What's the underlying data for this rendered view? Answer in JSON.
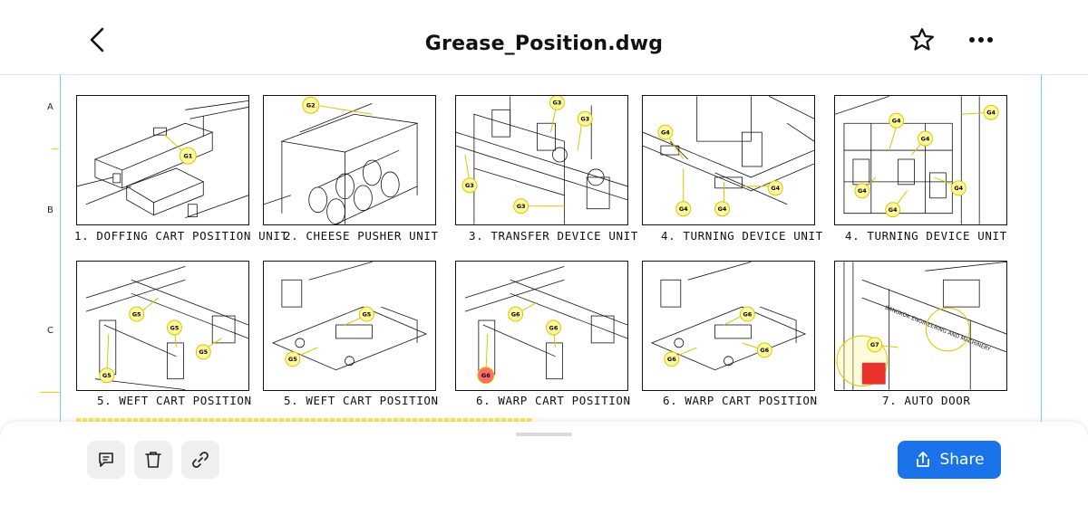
{
  "header": {
    "title": "Grease_Position.dwg",
    "back_icon": "chevron-left-icon",
    "star_icon": "star-icon",
    "more_icon": "more-horizontal-icon"
  },
  "drawing": {
    "row_markers": [
      "A",
      "B",
      "C"
    ],
    "panels": [
      {
        "caption": "1. DOFFING CART POSITION UNIT",
        "callouts": [
          "G1"
        ]
      },
      {
        "caption": "2. CHEESE PUSHER UNIT",
        "callouts": [
          "G2"
        ]
      },
      {
        "caption": "3. TRANSFER DEVICE UNIT",
        "callouts": [
          "G3",
          "G3",
          "G3",
          "G3"
        ]
      },
      {
        "caption": "4. TURNING DEVICE UNIT",
        "callouts": [
          "G4",
          "G4",
          "G4",
          "G4"
        ]
      },
      {
        "caption": "4. TURNING DEVICE UNIT",
        "callouts": [
          "G4",
          "G4",
          "G4",
          "G4",
          "G4",
          "G4"
        ]
      },
      {
        "caption": "5. WEFT CART POSITION",
        "callouts": [
          "G5",
          "G5",
          "G5",
          "G5"
        ]
      },
      {
        "caption": "5. WEFT CART POSITION",
        "callouts": [
          "G5",
          "G5"
        ]
      },
      {
        "caption": "6. WARP CART POSITION",
        "callouts": [
          "G6",
          "G6",
          "G6"
        ]
      },
      {
        "caption": "6. WARP CART POSITION",
        "callouts": [
          "G6",
          "G6",
          "G6"
        ]
      },
      {
        "caption": "7. AUTO DOOR",
        "callouts": [
          "G7"
        ],
        "label": "BANGKOK ENGINEERING AND MACHINERY"
      }
    ]
  },
  "toolbar": {
    "comment_icon": "comment-icon",
    "delete_icon": "trash-icon",
    "link_icon": "link-icon",
    "share_icon": "share-icon",
    "share_label": "Share",
    "accent": "#1a73e8"
  }
}
